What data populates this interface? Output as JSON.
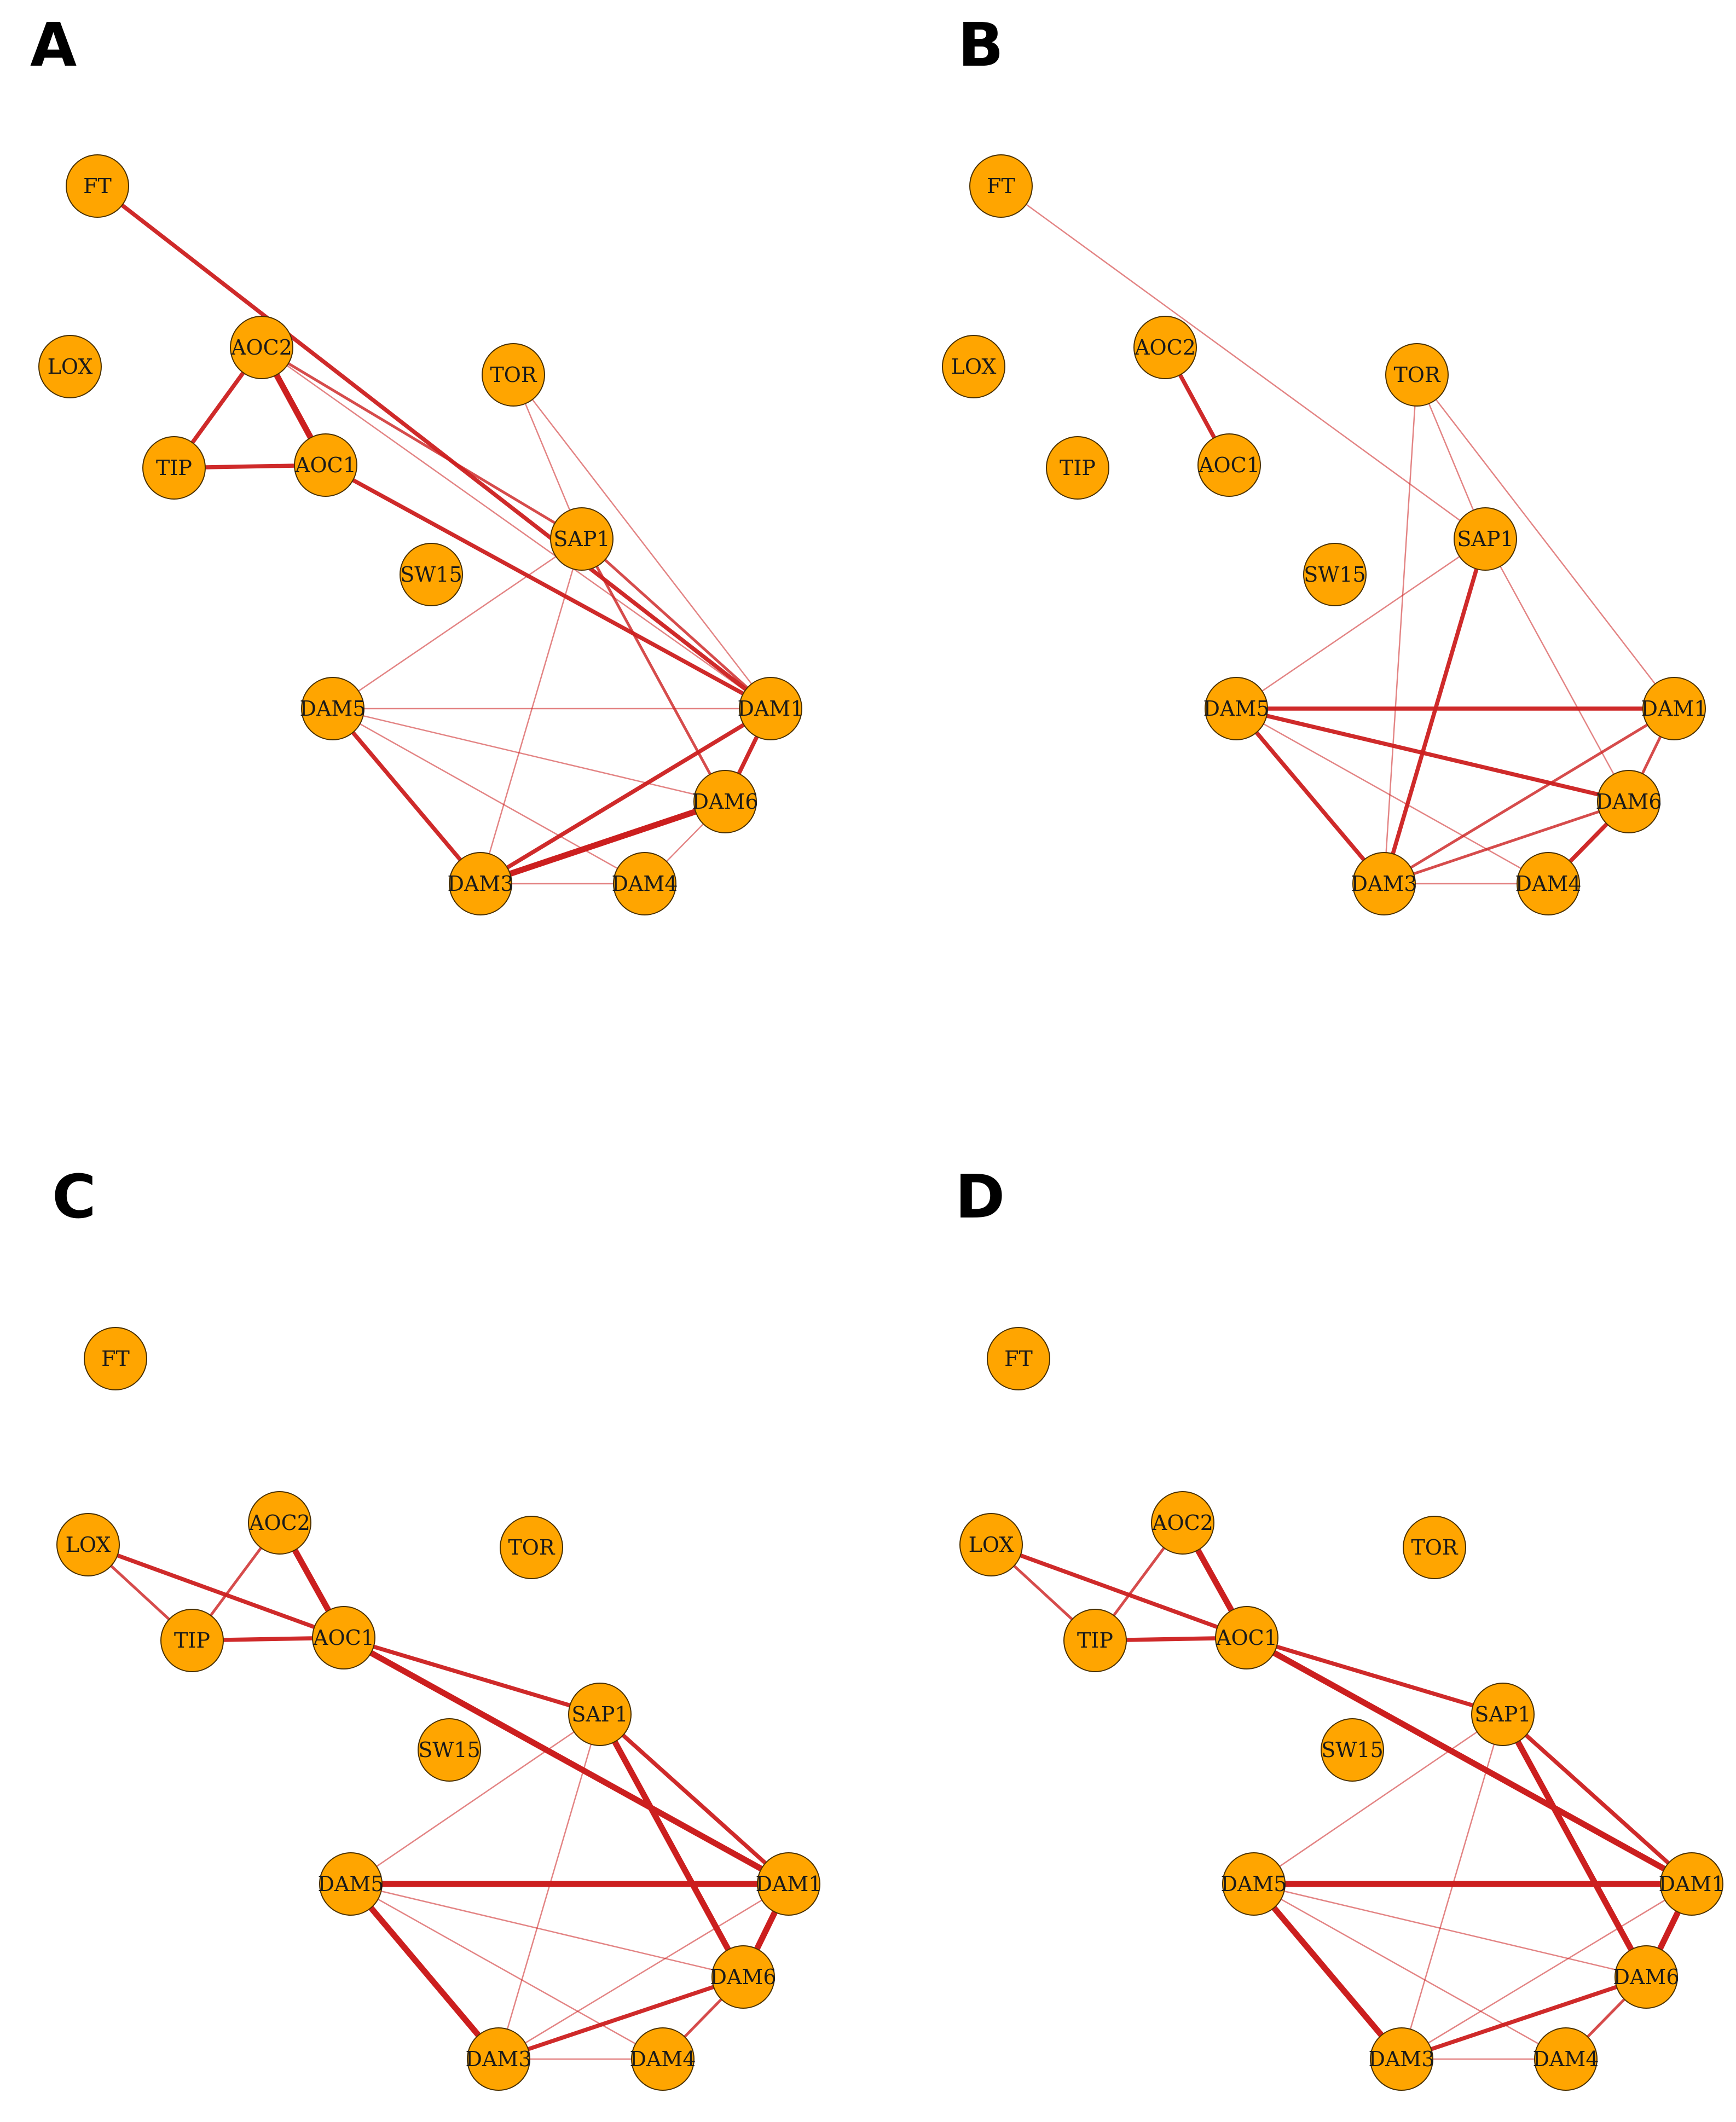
{
  "colors": {
    "node_fill": "#ffa500",
    "node_stroke": "#4a3000",
    "edge": "#cc1f1f",
    "background": "#ffffff"
  },
  "panels": [
    {
      "letter": "A",
      "nodes": [
        "FT",
        "LOX",
        "AOC2",
        "TIP",
        "AOC1",
        "TOR",
        "SAP1",
        "SW15",
        "DAM5",
        "DAM1",
        "DAM6",
        "DAM3",
        "DAM4"
      ],
      "edges": [
        {
          "source": "FT",
          "target": "DAM1",
          "weight": 3
        },
        {
          "source": "AOC2",
          "target": "TIP",
          "weight": 3
        },
        {
          "source": "AOC2",
          "target": "AOC1",
          "weight": 4
        },
        {
          "source": "TIP",
          "target": "AOC1",
          "weight": 3
        },
        {
          "source": "AOC2",
          "target": "SAP1",
          "weight": 2
        },
        {
          "source": "AOC2",
          "target": "DAM1",
          "weight": 1
        },
        {
          "source": "AOC1",
          "target": "DAM1",
          "weight": 3
        },
        {
          "source": "TOR",
          "target": "SAP1",
          "weight": 1
        },
        {
          "source": "TOR",
          "target": "DAM1",
          "weight": 1
        },
        {
          "source": "SAP1",
          "target": "DAM1",
          "weight": 2
        },
        {
          "source": "SAP1",
          "target": "DAM5",
          "weight": 1
        },
        {
          "source": "SAP1",
          "target": "DAM3",
          "weight": 1
        },
        {
          "source": "SAP1",
          "target": "DAM6",
          "weight": 2
        },
        {
          "source": "DAM5",
          "target": "DAM1",
          "weight": 1
        },
        {
          "source": "DAM5",
          "target": "DAM3",
          "weight": 3
        },
        {
          "source": "DAM5",
          "target": "DAM6",
          "weight": 1
        },
        {
          "source": "DAM5",
          "target": "DAM4",
          "weight": 1
        },
        {
          "source": "DAM1",
          "target": "DAM3",
          "weight": 3
        },
        {
          "source": "DAM1",
          "target": "DAM6",
          "weight": 3
        },
        {
          "source": "DAM6",
          "target": "DAM3",
          "weight": 4
        },
        {
          "source": "DAM3",
          "target": "DAM4",
          "weight": 1
        },
        {
          "source": "DAM6",
          "target": "DAM4",
          "weight": 1
        }
      ]
    },
    {
      "letter": "B",
      "nodes": [
        "FT",
        "LOX",
        "AOC2",
        "TIP",
        "AOC1",
        "TOR",
        "SAP1",
        "SW15",
        "DAM5",
        "DAM1",
        "DAM6",
        "DAM3",
        "DAM4"
      ],
      "edges": [
        {
          "source": "FT",
          "target": "SAP1",
          "weight": 1
        },
        {
          "source": "AOC2",
          "target": "AOC1",
          "weight": 3
        },
        {
          "source": "TOR",
          "target": "SAP1",
          "weight": 1
        },
        {
          "source": "TOR",
          "target": "DAM1",
          "weight": 1
        },
        {
          "source": "TOR",
          "target": "DAM3",
          "weight": 1
        },
        {
          "source": "SAP1",
          "target": "DAM5",
          "weight": 1
        },
        {
          "source": "SAP1",
          "target": "DAM3",
          "weight": 3
        },
        {
          "source": "SAP1",
          "target": "DAM6",
          "weight": 1
        },
        {
          "source": "DAM5",
          "target": "DAM1",
          "weight": 3
        },
        {
          "source": "DAM5",
          "target": "DAM6",
          "weight": 3
        },
        {
          "source": "DAM5",
          "target": "DAM3",
          "weight": 3
        },
        {
          "source": "DAM5",
          "target": "DAM4",
          "weight": 1
        },
        {
          "source": "DAM1",
          "target": "DAM3",
          "weight": 2
        },
        {
          "source": "DAM1",
          "target": "DAM6",
          "weight": 2
        },
        {
          "source": "DAM6",
          "target": "DAM3",
          "weight": 2
        },
        {
          "source": "DAM3",
          "target": "DAM4",
          "weight": 1
        },
        {
          "source": "DAM6",
          "target": "DAM4",
          "weight": 3
        }
      ]
    },
    {
      "letter": "C",
      "nodes": [
        "FT",
        "LOX",
        "AOC2",
        "TIP",
        "AOC1",
        "TOR",
        "SAP1",
        "SW15",
        "DAM5",
        "DAM1",
        "DAM6",
        "DAM3",
        "DAM4"
      ],
      "edges": [
        {
          "source": "LOX",
          "target": "TIP",
          "weight": 2
        },
        {
          "source": "LOX",
          "target": "AOC1",
          "weight": 3
        },
        {
          "source": "AOC2",
          "target": "TIP",
          "weight": 2
        },
        {
          "source": "AOC2",
          "target": "AOC1",
          "weight": 4
        },
        {
          "source": "TIP",
          "target": "AOC1",
          "weight": 3
        },
        {
          "source": "AOC1",
          "target": "SAP1",
          "weight": 3
        },
        {
          "source": "AOC1",
          "target": "DAM1",
          "weight": 4
        },
        {
          "source": "SAP1",
          "target": "DAM1",
          "weight": 3
        },
        {
          "source": "SAP1",
          "target": "DAM6",
          "weight": 4
        },
        {
          "source": "SAP1",
          "target": "DAM3",
          "weight": 1
        },
        {
          "source": "SAP1",
          "target": "DAM5",
          "weight": 1
        },
        {
          "source": "DAM5",
          "target": "DAM1",
          "weight": 4
        },
        {
          "source": "DAM5",
          "target": "DAM3",
          "weight": 4
        },
        {
          "source": "DAM5",
          "target": "DAM6",
          "weight": 1
        },
        {
          "source": "DAM5",
          "target": "DAM4",
          "weight": 1
        },
        {
          "source": "DAM1",
          "target": "DAM6",
          "weight": 4
        },
        {
          "source": "DAM1",
          "target": "DAM3",
          "weight": 1
        },
        {
          "source": "DAM6",
          "target": "DAM3",
          "weight": 3
        },
        {
          "source": "DAM6",
          "target": "DAM4",
          "weight": 2
        },
        {
          "source": "DAM3",
          "target": "DAM4",
          "weight": 1
        }
      ]
    },
    {
      "letter": "D",
      "nodes": [
        "FT",
        "LOX",
        "AOC2",
        "TIP",
        "AOC1",
        "TOR",
        "SAP1",
        "SW15",
        "DAM5",
        "DAM1",
        "DAM6",
        "DAM3",
        "DAM4"
      ],
      "edges": [
        {
          "source": "LOX",
          "target": "TIP",
          "weight": 2
        },
        {
          "source": "LOX",
          "target": "AOC1",
          "weight": 3
        },
        {
          "source": "AOC2",
          "target": "TIP",
          "weight": 2
        },
        {
          "source": "AOC2",
          "target": "AOC1",
          "weight": 4
        },
        {
          "source": "TIP",
          "target": "AOC1",
          "weight": 3
        },
        {
          "source": "AOC1",
          "target": "SAP1",
          "weight": 3
        },
        {
          "source": "AOC1",
          "target": "DAM1",
          "weight": 4
        },
        {
          "source": "SAP1",
          "target": "DAM1",
          "weight": 3
        },
        {
          "source": "SAP1",
          "target": "DAM6",
          "weight": 4
        },
        {
          "source": "SAP1",
          "target": "DAM3",
          "weight": 1
        },
        {
          "source": "SAP1",
          "target": "DAM5",
          "weight": 1
        },
        {
          "source": "DAM5",
          "target": "DAM1",
          "weight": 4
        },
        {
          "source": "DAM5",
          "target": "DAM3",
          "weight": 4
        },
        {
          "source": "DAM5",
          "target": "DAM6",
          "weight": 1
        },
        {
          "source": "DAM5",
          "target": "DAM4",
          "weight": 1
        },
        {
          "source": "DAM1",
          "target": "DAM6",
          "weight": 4
        },
        {
          "source": "DAM1",
          "target": "DAM3",
          "weight": 1
        },
        {
          "source": "DAM6",
          "target": "DAM3",
          "weight": 3
        },
        {
          "source": "DAM6",
          "target": "DAM4",
          "weight": 2
        },
        {
          "source": "DAM3",
          "target": "DAM4",
          "weight": 1
        }
      ]
    }
  ]
}
